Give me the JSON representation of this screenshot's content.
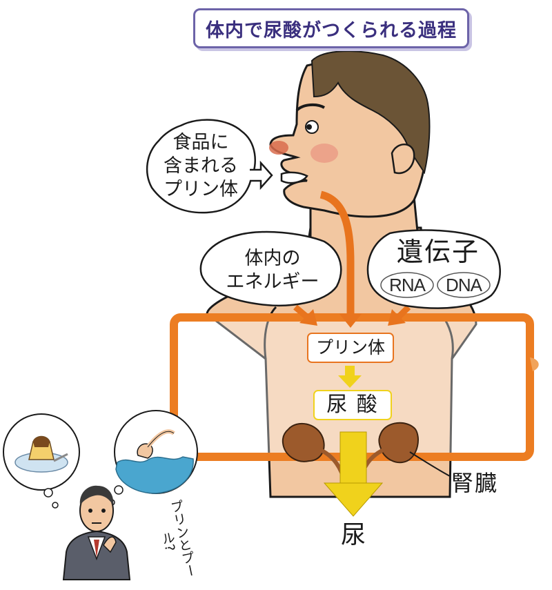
{
  "title": "体内で尿酸がつくられる過程",
  "food_bubble": {
    "line1": "食品に",
    "line2": "含まれる",
    "line3": "プリン体"
  },
  "energy_bubble": {
    "line1": "体内の",
    "line2": "エネルギー"
  },
  "gene_bubble": {
    "label": "遺伝子",
    "rna": "RNA",
    "dna": "DNA"
  },
  "purine_label": "プリン体",
  "uric_acid_label": "尿 酸",
  "kidney_label": "腎臓",
  "urine_label": "尿",
  "side_caption": "プリンとプール?",
  "colors": {
    "skin": "#f2c7a1",
    "hair": "#6b5436",
    "box_orange": "#ec7d22",
    "arrow_orange": "#e8741e",
    "arrow_yellow": "#f0d21c",
    "kidney": "#9c5a2c",
    "title_border": "#6c63a8"
  },
  "icons": {
    "thought_1": "pudding-icon",
    "thought_2": "swimmer-icon",
    "person": "thinking-businessman-icon"
  }
}
